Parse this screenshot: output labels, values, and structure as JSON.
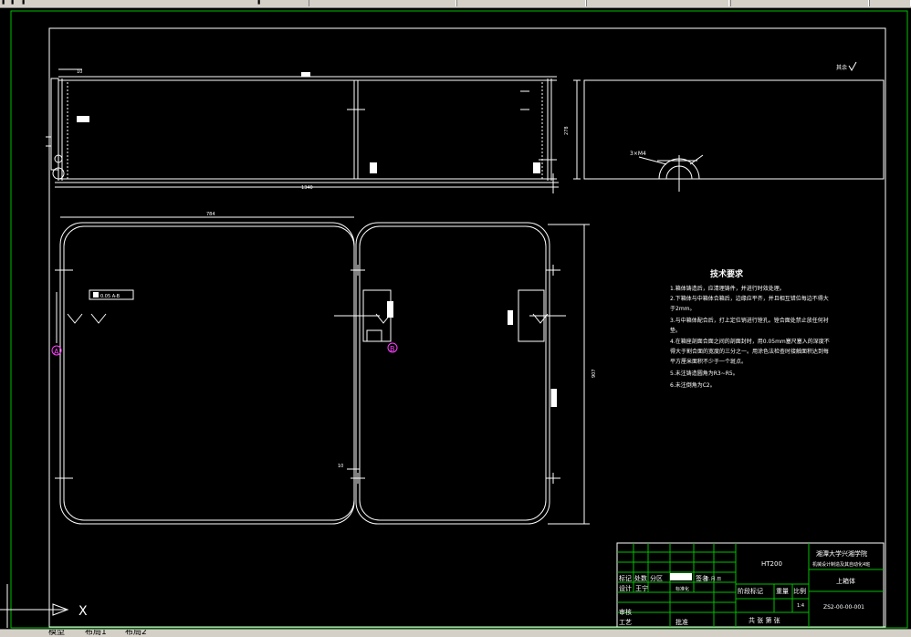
{
  "window": {
    "tabs": [
      "",
      "",
      "",
      "",
      ""
    ]
  },
  "toolbar": {
    "icons": [
      "new-icon",
      "open-icon",
      "save-icon",
      "print-icon"
    ]
  },
  "drawing": {
    "dim_top_left": "10",
    "dim_overall_length": "1340",
    "dim_side_height": "278",
    "dim_hole_count": "3×M4",
    "surface_mark": "其余",
    "dim_plan_width": "784",
    "dim_plan_depth": "907",
    "dim_small_10": "10",
    "datum_a": "A",
    "datum_b": "B",
    "tol_frame": "0.05 A-B",
    "tech_title": "技术要求",
    "tech_lines": [
      "1.箱体铸造后，应清理铸件，并进行时效处理。",
      "2.下箱体与中箱体合箱后，边缘应平齐，并且相互错位每边不得大",
      "于2mm。",
      "3.与中箱体配合后，打上定位销进行镗孔。镗合面处禁止放任何衬",
      "垫。",
      "4.在箱座剖面合面之间的剖面封时，用0.05mm塞尺塞入的深度不",
      "得大于割合面的宽度的三分之一。用涂色法检查时接触面积达到每",
      "平方厘米面积不少于一个斑点。",
      "5.未注铸造圆角为R3~R5。",
      "6.未注倒角为C2。"
    ]
  },
  "title_block": {
    "material": "HT200",
    "school": "湘潭大学兴湘学院",
    "dept": "机械设计制造及其自动化4班",
    "part_name": "上箱体",
    "drawing_no": "ZS2-00-00-001",
    "scale": "1:4",
    "h_mark": "标记",
    "h_count": "处数",
    "h_zone": "分区",
    "h_sign": "签名",
    "h_date": "年.月.日",
    "design": "设计",
    "designer": "王宁",
    "standard": "标准化",
    "stage": "阶段标记",
    "weight": "重量",
    "ratio": "比例",
    "review": "审核",
    "process": "工艺",
    "approve": "批准",
    "sheets": "共 张  第 张"
  },
  "ucs": {
    "label": "X"
  },
  "statusbar": {
    "tabs": [
      "模型",
      "布局1",
      "布局2"
    ]
  }
}
